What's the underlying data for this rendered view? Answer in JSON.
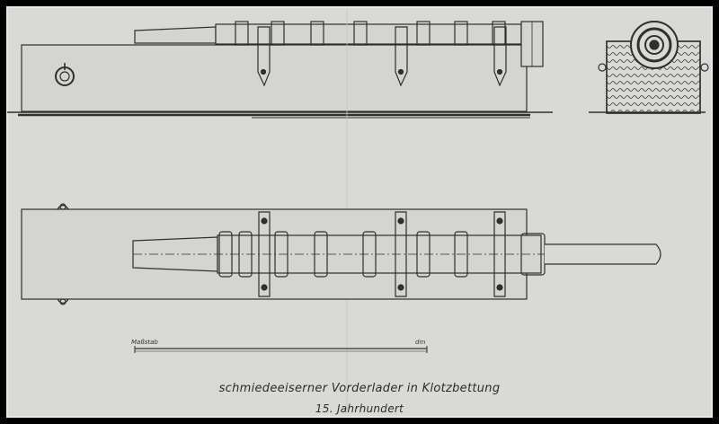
{
  "drawing": {
    "caption_line1": "schmiedeeiserner Vorderlader in Klotzbettung",
    "caption_line2": "15. Jahrhundert",
    "scale_left": "Maßstab",
    "scale_right": "dm"
  },
  "colors": {
    "paper": "#d9d9d6",
    "ink": "#2f2f2f",
    "frame": "#000000"
  }
}
